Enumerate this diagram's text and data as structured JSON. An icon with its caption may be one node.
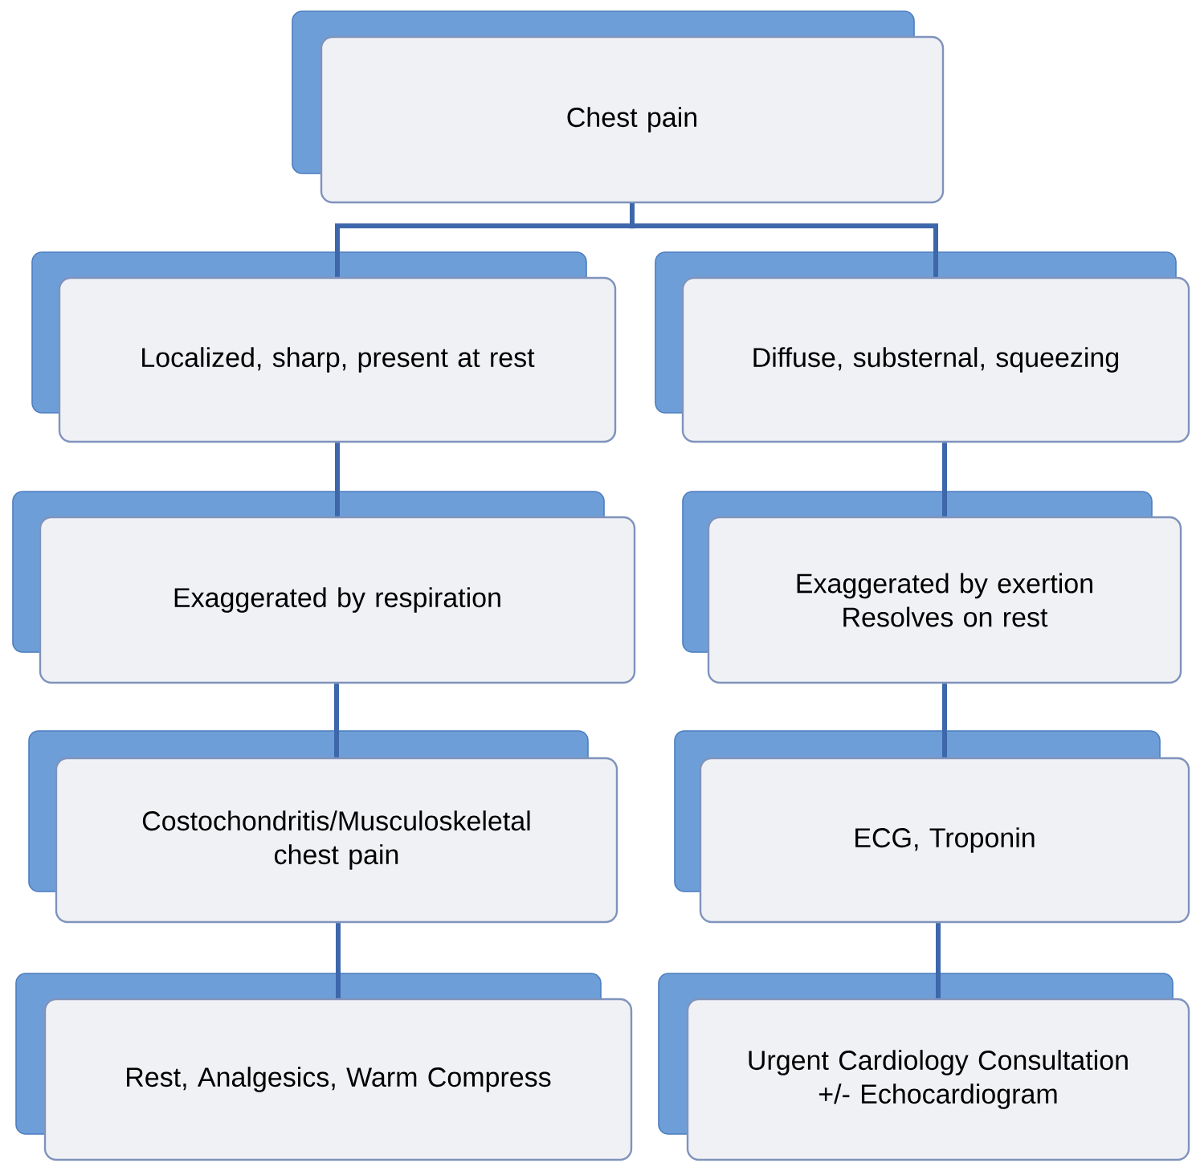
{
  "diagram": {
    "nodes": [
      {
        "text": [
          "Chest pain"
        ]
      },
      {
        "text": [
          "Localized, sharp, present at rest"
        ]
      },
      {
        "text": [
          "Diffuse, substernal, squeezing"
        ]
      },
      {
        "text": [
          "Exaggerated by respiration"
        ]
      },
      {
        "text": [
          "Exaggerated by exertion Resolves on rest"
        ]
      },
      {
        "text": [
          "Costochondritis/Musculoskeletal chest pain"
        ]
      },
      {
        "text": [
          "ECG, Troponin"
        ]
      },
      {
        "text": [
          "Rest, Analgesics, Warm Compress"
        ]
      },
      {
        "text": [
          "Urgent Cardiology Consultation +/- Echocardiogram"
        ]
      }
    ],
    "edges": [
      {
        "from": 0,
        "to": 1,
        "arrow": "none"
      },
      {
        "from": 0,
        "to": 2,
        "arrow": "none"
      },
      {
        "from": 1,
        "to": 3,
        "arrow": "none"
      },
      {
        "from": 2,
        "to": 4,
        "arrow": "none"
      },
      {
        "from": 3,
        "to": 5,
        "arrow": "none"
      },
      {
        "from": 4,
        "to": 6,
        "arrow": "none"
      },
      {
        "from": 5,
        "to": 7,
        "arrow": "none"
      },
      {
        "from": 6,
        "to": 8,
        "arrow": "none"
      }
    ]
  }
}
